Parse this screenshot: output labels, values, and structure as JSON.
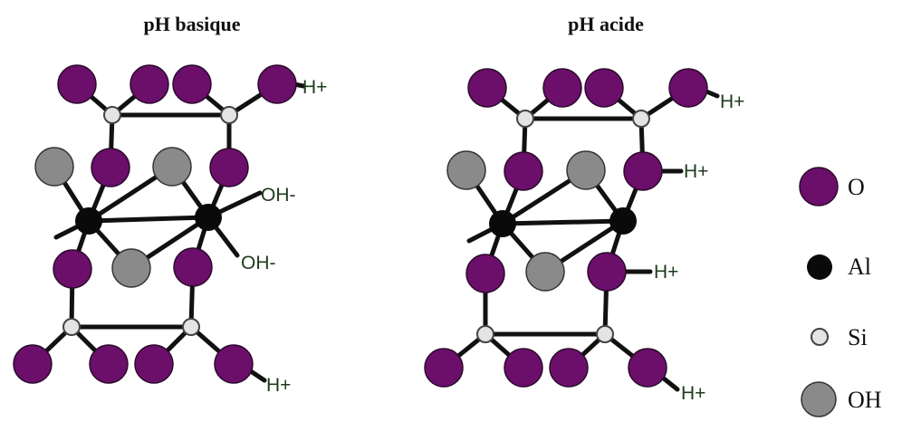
{
  "titles": {
    "left": "pH basique",
    "right": "pH acide"
  },
  "ions": {
    "left": {
      "top": "H+",
      "oh_upper": "OH-",
      "oh_lower": "OH-",
      "bottom": "H+"
    },
    "right": {
      "top": "H+",
      "mid_upper": "H+",
      "mid_lower": "H+",
      "bottom": "H+"
    }
  },
  "legend": {
    "o": "O",
    "al": "Al",
    "si": "Si",
    "oh": "OH"
  },
  "colors": {
    "oxygen": "#6b0f6b",
    "hydroxyl": "#8a8a8a",
    "aluminium": "#0a0a0a",
    "silicon": "#e4e4e4"
  }
}
